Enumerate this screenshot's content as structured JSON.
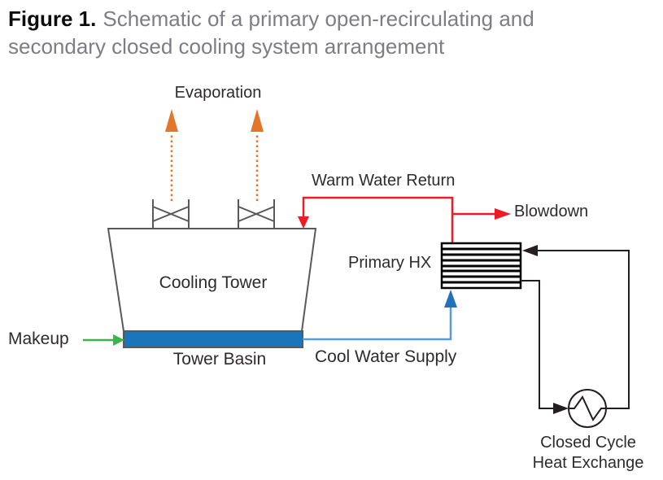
{
  "header": {
    "figure_label": "Figure 1.",
    "title_rest": "Schematic of a primary open-recirculating and secondary closed cooling system arrangement"
  },
  "diagram": {
    "labels": {
      "evaporation": "Evaporation",
      "warm_water_return": "Warm Water Return",
      "blowdown": "Blowdown",
      "primary_hx": "Primary HX",
      "cooling_tower": "Cooling Tower",
      "tower_basin": "Tower Basin",
      "makeup": "Makeup",
      "cool_water_supply": "Cool Water Supply",
      "closed_cycle_line1": "Closed Cycle",
      "closed_cycle_line2": "Heat Exchange"
    },
    "colors": {
      "evaporation_orange": "#e2762b",
      "warm_water_red": "#ed1c24",
      "makeup_green": "#3ab54a",
      "basin_blue": "#1b75bb",
      "supply_blue": "#5b9bd5",
      "supply_arrow_blue": "#2272bb",
      "line_black": "#231f20",
      "outline_gray": "#58595b"
    }
  }
}
